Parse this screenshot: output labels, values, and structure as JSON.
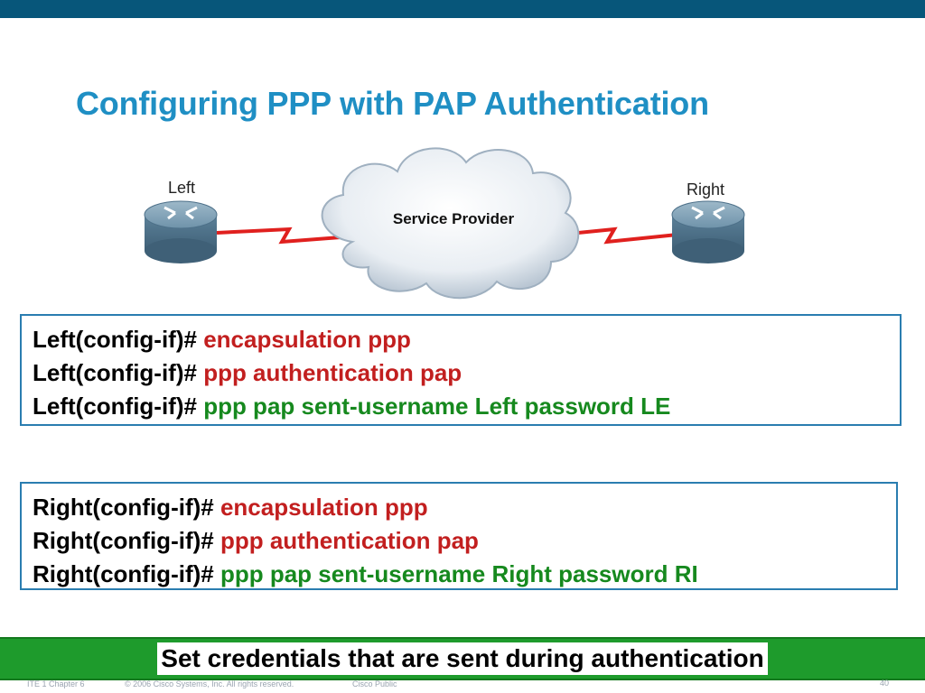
{
  "slide": {
    "title": "Configuring PPP with PAP Authentication",
    "diagram": {
      "left_router_label": "Left",
      "right_router_label": "Right",
      "cloud_label": "Service Provider"
    },
    "left_commands": [
      {
        "prompt": "Left(config-if)# ",
        "command": "encapsulation ppp",
        "color": "#c21f1f"
      },
      {
        "prompt": "Left(config-if)# ",
        "command": "ppp authentication pap",
        "color": "#c21f1f"
      },
      {
        "prompt": "Left(config-if)# ",
        "command": "ppp pap sent-username Left password LE",
        "color": "#16891e"
      }
    ],
    "right_commands": [
      {
        "prompt": "Right(config-if)# ",
        "command": "encapsulation ppp",
        "color": "#c21f1f"
      },
      {
        "prompt": "Right(config-if)# ",
        "command": "ppp authentication pap",
        "color": "#c21f1f"
      },
      {
        "prompt": "Right(config-if)# ",
        "command": "ppp pap sent-username Right password RI",
        "color": "#16891e"
      }
    ],
    "banner": "Set credentials that are sent during authentication"
  },
  "footer": {
    "course": "ITE 1 Chapter 6",
    "copyright": "© 2006 Cisco Systems, Inc. All rights reserved.",
    "classification": "Cisco Public",
    "page_number": "40"
  },
  "colors": {
    "header_bar": "#07567a",
    "title": "#1f8fc4",
    "box_border": "#2a7db0",
    "banner": "#1e9b2c"
  }
}
